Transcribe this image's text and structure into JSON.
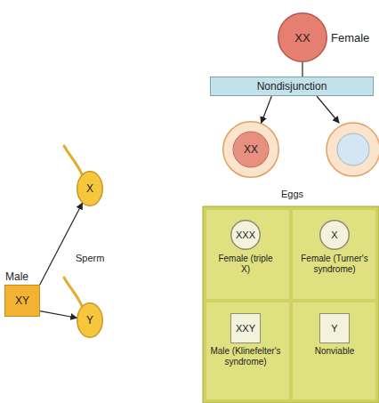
{
  "diagram": {
    "nodes": [
      {
        "text": [
          "XX",
          "Female"
        ]
      },
      {
        "text": [
          "Nondisjunction"
        ]
      },
      {
        "text": [
          "XX"
        ]
      },
      {
        "text": [
          "Male",
          "XY"
        ]
      },
      {
        "text": [
          "X"
        ]
      },
      {
        "text": [
          "Y"
        ]
      },
      {
        "text": [
          "XXX",
          "Female (triple X)"
        ]
      },
      {
        "text": [
          "X",
          "Female (Turner's syndrome)"
        ]
      },
      {
        "text": [
          "XXY",
          "Male (Klinefelter's syndrome)"
        ]
      },
      {
        "text": [
          "Y",
          "Nonviable"
        ]
      }
    ],
    "edges": [
      {
        "from": 0,
        "to": 1,
        "arrow": "none"
      },
      {
        "from": 1,
        "to": 2,
        "arrow": "to"
      },
      {
        "from": 3,
        "to": 4,
        "arrow": "to"
      },
      {
        "from": 3,
        "to": 5,
        "arrow": "to"
      }
    ],
    "labels": [
      "Eggs",
      "Sperm"
    ]
  }
}
